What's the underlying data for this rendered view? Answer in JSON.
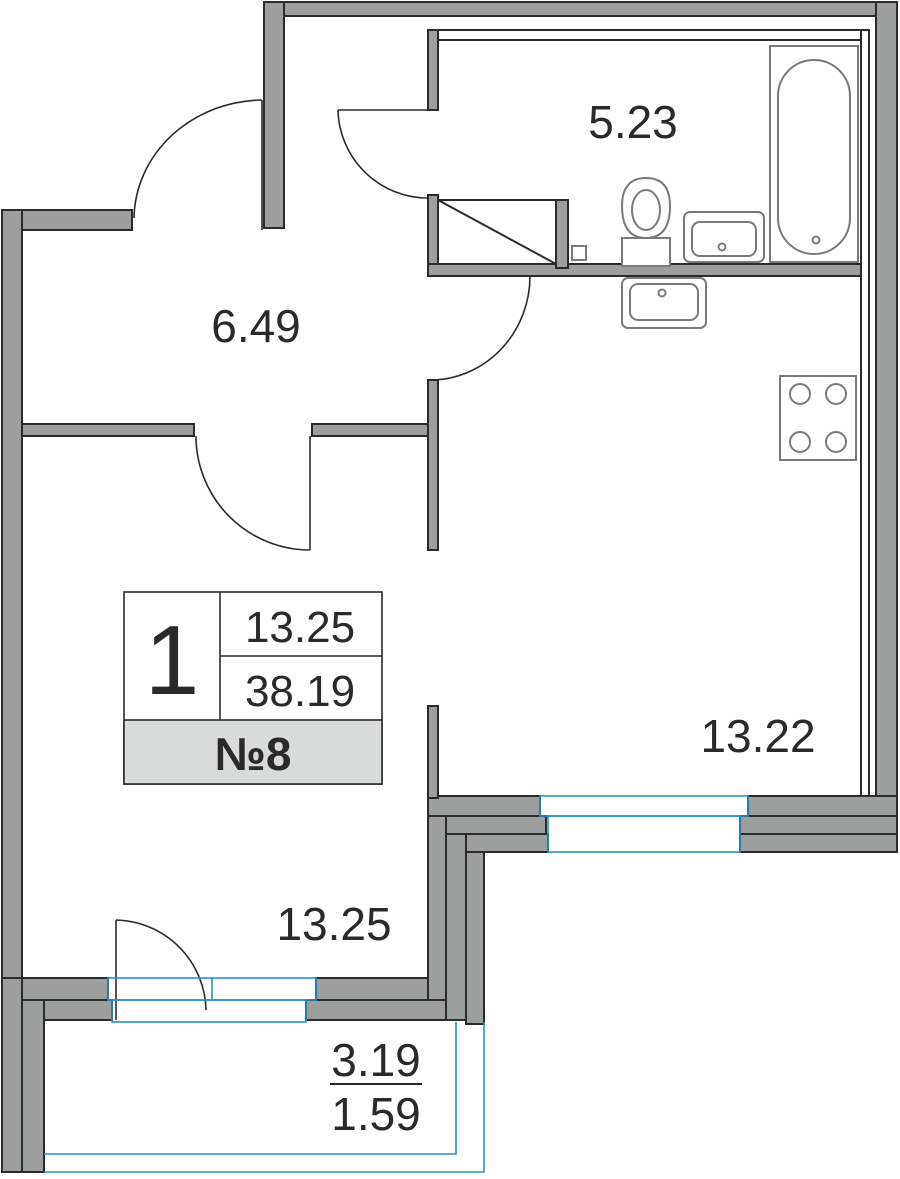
{
  "rooms": {
    "bathroom": "5.23",
    "hallway": "6.49",
    "kitchen": "13.22",
    "living": "13.25",
    "balcony_total": "3.19",
    "balcony_reduced": "1.59"
  },
  "info_box": {
    "rooms_count": "1",
    "living_area": "13.25",
    "total_area": "38.19",
    "apartment_number": "№8"
  },
  "colors": {
    "wall": "#9d9e9e",
    "window_glass": "#2a90c8",
    "number_panel": "#d9dada"
  }
}
